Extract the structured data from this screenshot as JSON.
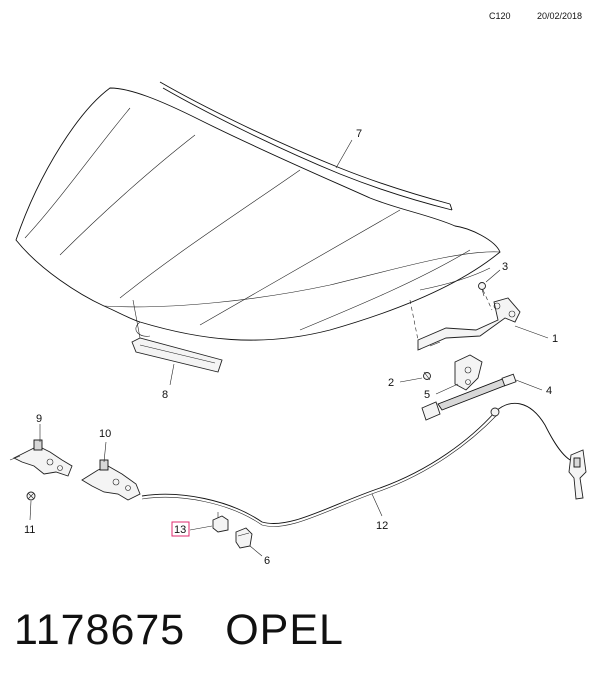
{
  "header": {
    "code": "C120",
    "date": "20/02/2018"
  },
  "callouts": {
    "c1": "1",
    "c2": "2",
    "c3": "3",
    "c4": "4",
    "c5": "5",
    "c6": "6",
    "c7": "7",
    "c8": "8",
    "c9": "9",
    "c10": "10",
    "c11": "11",
    "c12": "12",
    "c13": "13"
  },
  "highlighted_callout": "13",
  "footer": {
    "part_number": "1178675",
    "brand": "OPEL"
  },
  "colors": {
    "highlight": "#e0286e",
    "ink": "#111111"
  }
}
